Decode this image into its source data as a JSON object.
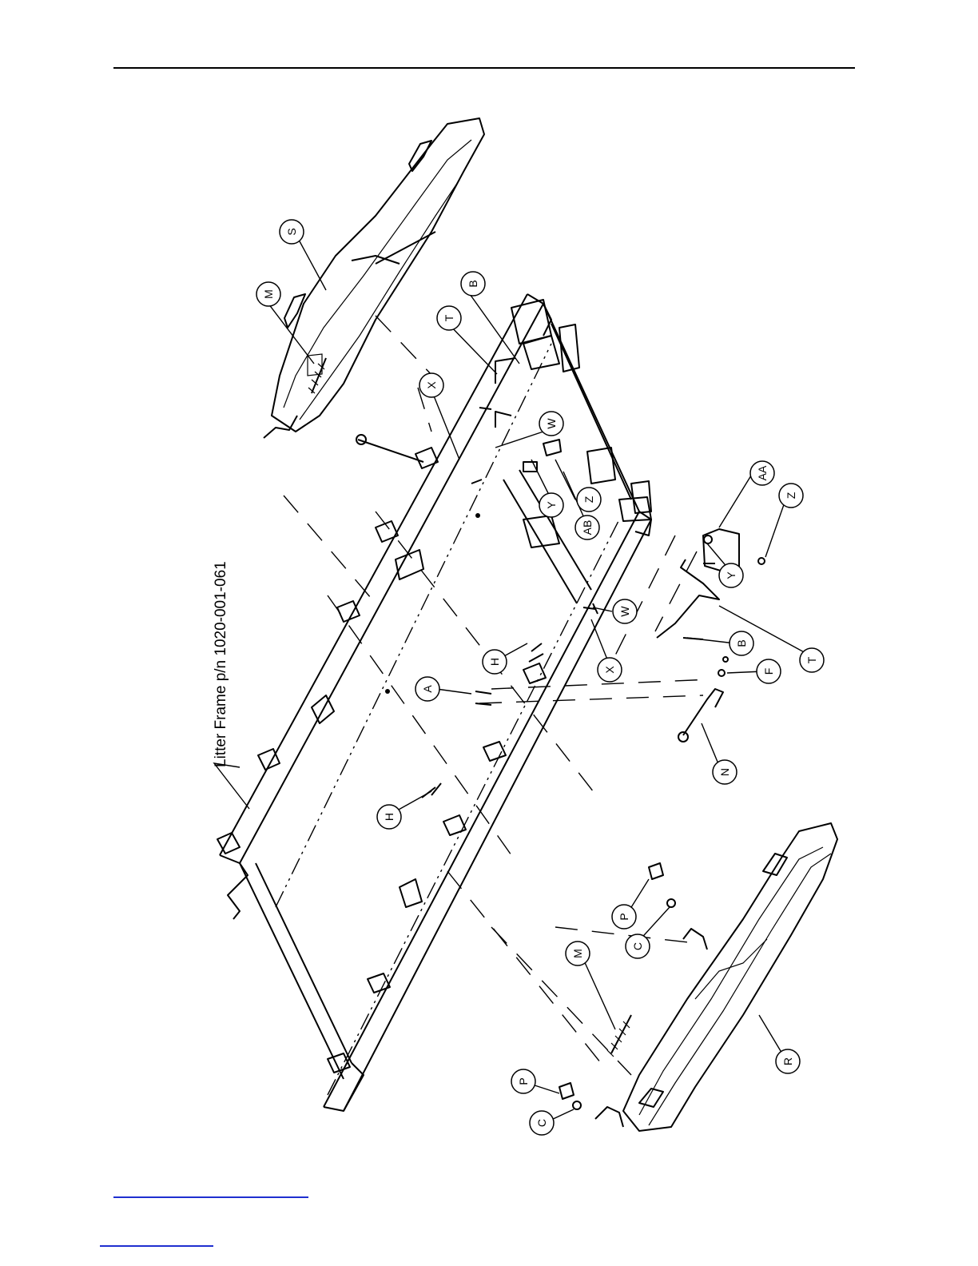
{
  "diagram": {
    "title": "Litter Frame p/n 1020-001-061",
    "callouts": [
      "S",
      "M",
      "B",
      "T",
      "X",
      "W",
      "Y",
      "Z",
      "AB",
      "AA",
      "Y",
      "Z",
      "W",
      "X",
      "T",
      "B",
      "F",
      "H",
      "A",
      "N",
      "H",
      "P",
      "C",
      "M",
      "P",
      "C",
      "R"
    ]
  },
  "colors": {
    "line": "#000000",
    "link_rule": "#1f2fd0"
  }
}
